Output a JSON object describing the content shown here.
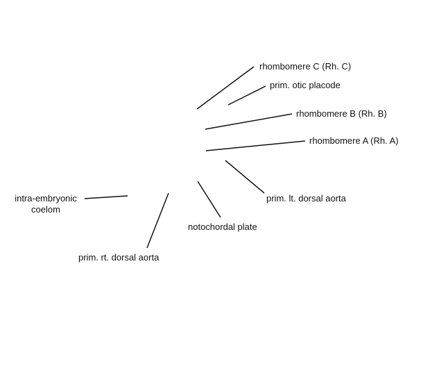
{
  "labels": {
    "rhombomere_c": "rhombomere C (Rh. C)",
    "otic_placode": "prim. otic placode",
    "rhombomere_b": "rhombomere B (Rh. B)",
    "rhombomere_a": "rhombomere A (Rh. A)",
    "lt_dorsal_aorta": "prim. lt. dorsal aorta",
    "coelom_line1": "intra-embryonic",
    "coelom_line2": "coelom",
    "notochordal_plate": "notochordal plate",
    "rt_dorsal_aorta": "prim. rt. dorsal aorta"
  },
  "colors": {
    "ink": "#111111",
    "background": "#ffffff"
  }
}
